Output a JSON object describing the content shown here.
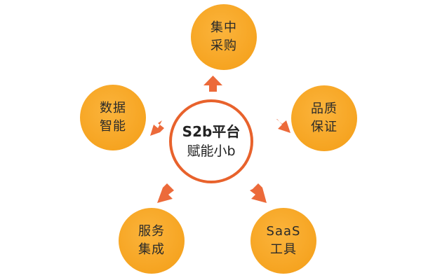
{
  "center": {
    "title": "S2b平台",
    "subtitle": "赋能小b"
  },
  "nodes": [
    {
      "line1": "集中",
      "line2": "采购"
    },
    {
      "line1": "品质",
      "line2": "保证"
    },
    {
      "line1": "SaaS",
      "line2": "工具"
    },
    {
      "line1": "服务",
      "line2": "集成"
    },
    {
      "line1": "数据",
      "line2": "智能"
    }
  ],
  "colors": {
    "node_fill": "#f6a421",
    "arrow": "#ec6a3a",
    "center_ring": "#e8622c",
    "text": "#2a2a2a"
  }
}
